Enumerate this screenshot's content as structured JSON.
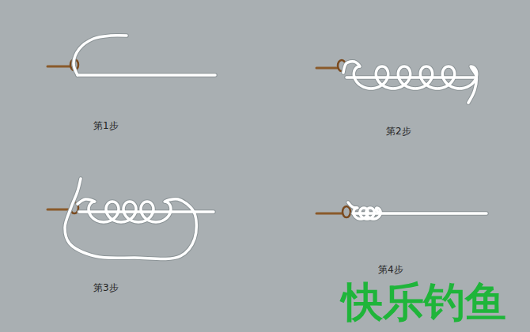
{
  "diagram": {
    "labels": [
      "第1步",
      "第2步",
      "第3步",
      "第4步",
      "快乐钓鱼"
    ]
  }
}
